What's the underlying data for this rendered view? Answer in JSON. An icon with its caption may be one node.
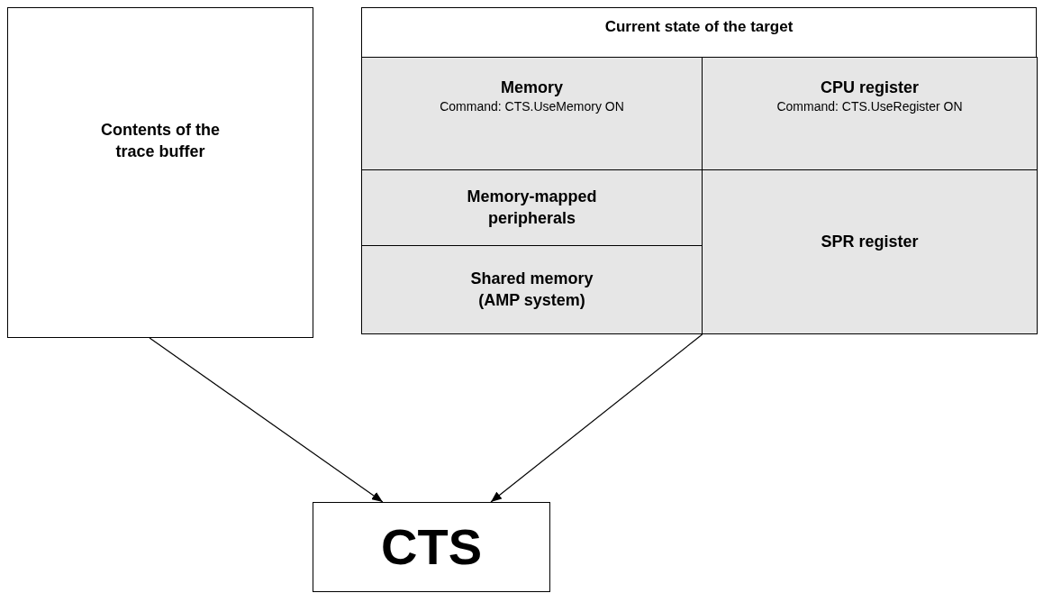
{
  "diagram": {
    "nodes": [
      {
        "text": [
          "Contents of the trace buffer"
        ]
      },
      {
        "text": [
          "Current state of the target"
        ]
      },
      {
        "text": [
          "Memory",
          "Command: CTS.UseMemory ON"
        ],
        "in": 1
      },
      {
        "text": [
          "CPU register",
          "Command: CTS.UseRegister ON"
        ],
        "in": 1
      },
      {
        "text": [
          "Memory-mapped peripherals"
        ],
        "in": 1
      },
      {
        "text": [
          "Shared memory (AMP system)"
        ],
        "in": 1
      },
      {
        "text": [
          "SPR register"
        ],
        "in": 1
      },
      {
        "text": [
          "CTS"
        ]
      }
    ],
    "edges": [
      {
        "from": 0,
        "to": 7,
        "arrow": "to"
      },
      {
        "from": 1,
        "to": 7,
        "arrow": "to"
      }
    ]
  }
}
